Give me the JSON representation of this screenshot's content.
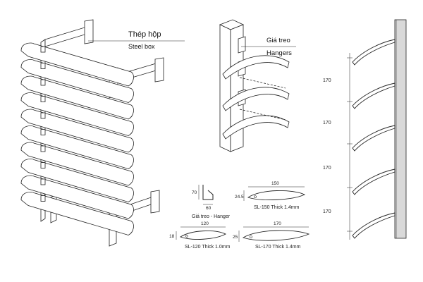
{
  "labels": {
    "steel_box_vi": "Thép hộp",
    "steel_box_en": "Steel box",
    "hangers_vi": "Giá treo",
    "hangers_en": "Hangers"
  },
  "dimensions": {
    "spacing": [
      "170",
      "170",
      "170",
      "170"
    ]
  },
  "profiles": {
    "hanger": {
      "caption": "Giá treo -  Hanger",
      "height": "70",
      "width": "60"
    },
    "sl150": {
      "caption": "SL-150 Thick 1.4mm",
      "width": "150",
      "height": "24.5"
    },
    "sl120": {
      "caption": "SL-120 Thick 1.0mm",
      "width": "120",
      "height": "18"
    },
    "sl170": {
      "caption": "SL-170 Thick 1.4mm",
      "width": "170",
      "height": "25"
    }
  },
  "colors": {
    "line": "#222222",
    "wall_fill": "#d9d9d9"
  }
}
